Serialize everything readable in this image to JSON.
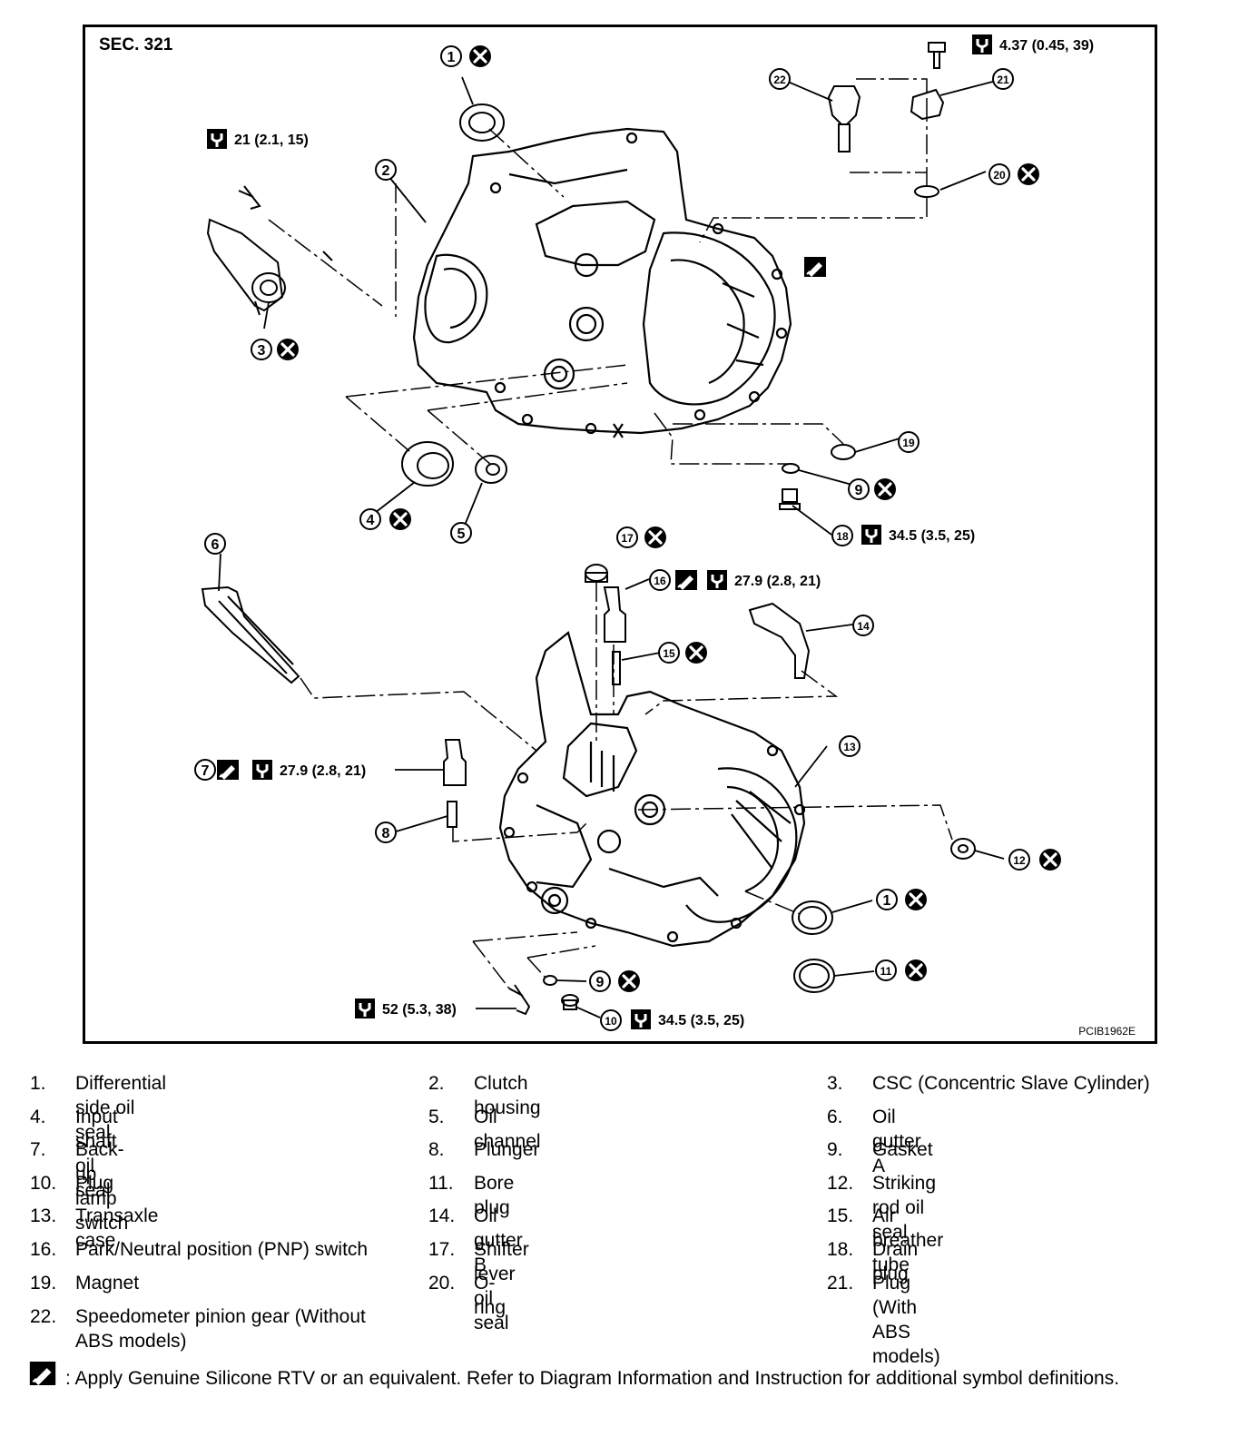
{
  "diagram": {
    "section": "SEC. 321",
    "image_code": "PCIB1962E",
    "torques": {
      "t21": "4.37 (0.45, 39)",
      "t3": "21 (2.1, 15)",
      "t18": "34.5 (3.5, 25)",
      "t16": "27.9 (2.8, 21)",
      "t7": "27.9 (2.8, 21)",
      "t52": "52 (5.3, 38)",
      "t10": "34.5 (3.5, 25)"
    },
    "callouts": {
      "c1a": "1",
      "c2": "2",
      "c3": "3",
      "c4": "4",
      "c5": "5",
      "c6": "6",
      "c7": "7",
      "c8": "8",
      "c9a": "9",
      "c9b": "9",
      "c10": "10",
      "c11": "11",
      "c12": "12",
      "c13": "13",
      "c14": "14",
      "c15": "15",
      "c16": "16",
      "c17": "17",
      "c18": "18",
      "c19": "19",
      "c20": "20",
      "c21": "21",
      "c22": "22",
      "c1b": "1"
    },
    "icons": [
      "torque-wrench-icon",
      "do-not-reuse-icon",
      "sealant-icon"
    ]
  },
  "legend": [
    {
      "num": "1.",
      "text": "Differential side oil seal"
    },
    {
      "num": "2.",
      "text": "Clutch housing"
    },
    {
      "num": "3.",
      "text": "CSC (Concentric Slave Cylinder)"
    },
    {
      "num": "4.",
      "text": "Input shaft oil seal"
    },
    {
      "num": "5.",
      "text": "Oil channel"
    },
    {
      "num": "6.",
      "text": "Oil gutter A"
    },
    {
      "num": "7.",
      "text": "Back-up lamp switch"
    },
    {
      "num": "8.",
      "text": "Plunger"
    },
    {
      "num": "9.",
      "text": "Gasket"
    },
    {
      "num": "10.",
      "text": "Plug"
    },
    {
      "num": "11.",
      "text": "Bore plug"
    },
    {
      "num": "12.",
      "text": "Striking rod oil seal"
    },
    {
      "num": "13.",
      "text": "Transaxle case"
    },
    {
      "num": "14.",
      "text": "Oil gutter B"
    },
    {
      "num": "15.",
      "text": "Air breather tube"
    },
    {
      "num": "16.",
      "text": "Park/Neutral position (PNP) switch"
    },
    {
      "num": "17.",
      "text": "Shifter lever oil seal"
    },
    {
      "num": "18.",
      "text": "Drain plug"
    },
    {
      "num": "19.",
      "text": "Magnet"
    },
    {
      "num": "20.",
      "text": "O-ring"
    },
    {
      "num": "21.",
      "text": "Plug (With ABS models)"
    },
    {
      "num": "22.",
      "text": "Speedometer pinion gear (Without ABS models)"
    }
  ],
  "note": ": Apply Genuine Silicone RTV or an equivalent. Refer to  Diagram Information and Instruction for additional symbol definitions."
}
